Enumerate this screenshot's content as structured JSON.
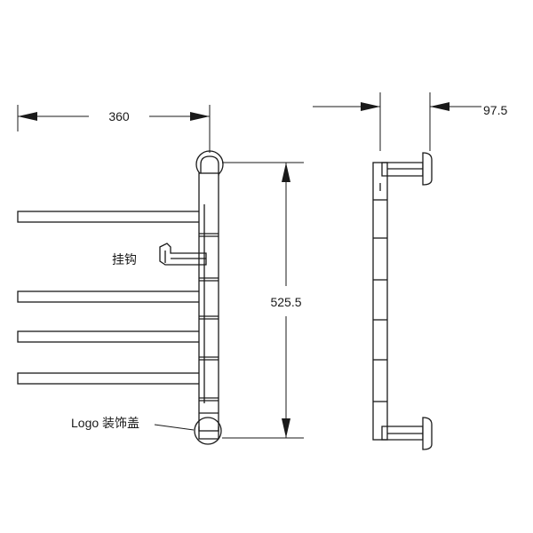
{
  "dimensions": {
    "width": "360",
    "height": "525.5",
    "depth": "97.5"
  },
  "labels": {
    "hook": "挂钩",
    "logo_cover": "Logo 装饰盖"
  },
  "colors": {
    "line": "#1a1a1a",
    "background": "#ffffff"
  }
}
